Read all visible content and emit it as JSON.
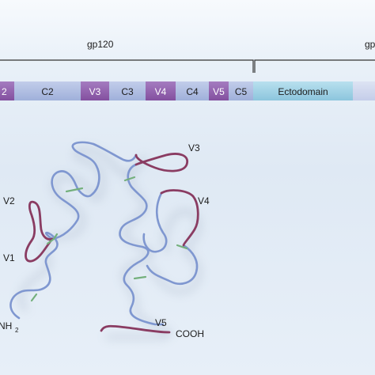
{
  "labels": {
    "gp120": "gp120",
    "gp41_partial": "gp",
    "nh2_main": "NH",
    "nh2_sub": "2",
    "cooh": "COOH",
    "v1": "V1",
    "v2": "V2",
    "v3": "V3",
    "v4": "V4",
    "v5": "V5"
  },
  "domain_bar": [
    {
      "key": "v2-partial",
      "label": "2",
      "kind": "variable"
    },
    {
      "key": "c2",
      "label": "C2",
      "kind": "constant"
    },
    {
      "key": "v3",
      "label": "V3",
      "kind": "variable"
    },
    {
      "key": "c3",
      "label": "C3",
      "kind": "constant"
    },
    {
      "key": "v4",
      "label": "V4",
      "kind": "variable"
    },
    {
      "key": "c4",
      "label": "C4",
      "kind": "constant"
    },
    {
      "key": "v5",
      "label": "V5",
      "kind": "variable"
    },
    {
      "key": "c5",
      "label": "C5",
      "kind": "constant"
    },
    {
      "key": "ectodomain",
      "label": "Ectodomain",
      "kind": "ecto"
    },
    {
      "key": "tm-partial",
      "label": "",
      "kind": "pale"
    }
  ],
  "colors": {
    "constant": "#a9b9e0",
    "variable": "#8e5ba8",
    "ecto": "#9fd0e4",
    "pale": "#cfd6ee",
    "chain": "#7f97d0",
    "loop": "#8a3c62",
    "disulfide": "#74b07c",
    "bracket": "#333333"
  }
}
